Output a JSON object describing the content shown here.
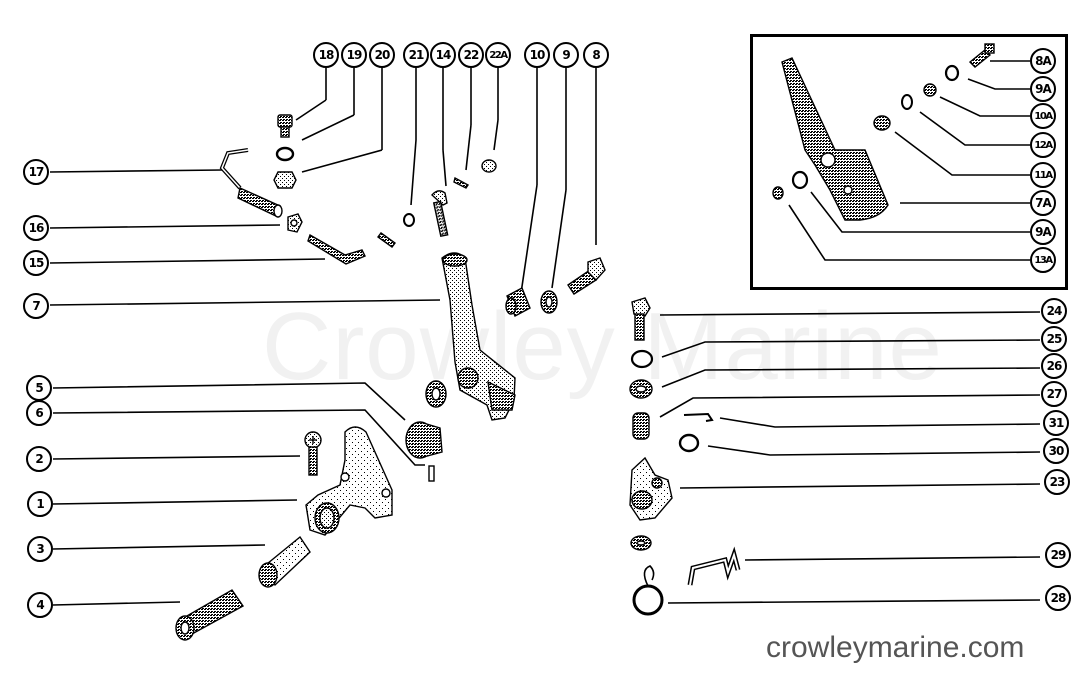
{
  "diagram": {
    "type": "exploded-parts-diagram",
    "watermark": "Crowley Marine",
    "site_url": "crowleymarine.com",
    "colors": {
      "ink": "#000000",
      "background": "#ffffff",
      "watermark": "#f1f1f1",
      "url_text": "#555555"
    },
    "callouts_top": [
      {
        "id": "18",
        "label": "18"
      },
      {
        "id": "19",
        "label": "19"
      },
      {
        "id": "20",
        "label": "20"
      },
      {
        "id": "21",
        "label": "21"
      },
      {
        "id": "14",
        "label": "14"
      },
      {
        "id": "22",
        "label": "22"
      },
      {
        "id": "22A",
        "label": "22A"
      },
      {
        "id": "10",
        "label": "10"
      },
      {
        "id": "9",
        "label": "9"
      },
      {
        "id": "8",
        "label": "8"
      }
    ],
    "callouts_left": [
      {
        "id": "17",
        "label": "17"
      },
      {
        "id": "16",
        "label": "16"
      },
      {
        "id": "15",
        "label": "15"
      },
      {
        "id": "7",
        "label": "7"
      },
      {
        "id": "5",
        "label": "5"
      },
      {
        "id": "6",
        "label": "6"
      },
      {
        "id": "2",
        "label": "2"
      },
      {
        "id": "1",
        "label": "1"
      },
      {
        "id": "3",
        "label": "3"
      },
      {
        "id": "4",
        "label": "4"
      }
    ],
    "callouts_inset": [
      {
        "id": "8A",
        "label": "8A"
      },
      {
        "id": "9A-top",
        "label": "9A"
      },
      {
        "id": "10A",
        "label": "10A"
      },
      {
        "id": "12A",
        "label": "12A"
      },
      {
        "id": "11A",
        "label": "11A"
      },
      {
        "id": "7A",
        "label": "7A"
      },
      {
        "id": "9A-bottom",
        "label": "9A"
      },
      {
        "id": "13A",
        "label": "13A"
      }
    ],
    "callouts_right": [
      {
        "id": "24",
        "label": "24"
      },
      {
        "id": "25",
        "label": "25"
      },
      {
        "id": "26",
        "label": "26"
      },
      {
        "id": "27",
        "label": "27"
      },
      {
        "id": "31",
        "label": "31"
      },
      {
        "id": "30",
        "label": "30"
      },
      {
        "id": "23",
        "label": "23"
      },
      {
        "id": "29",
        "label": "29"
      },
      {
        "id": "28",
        "label": "28"
      }
    ]
  }
}
